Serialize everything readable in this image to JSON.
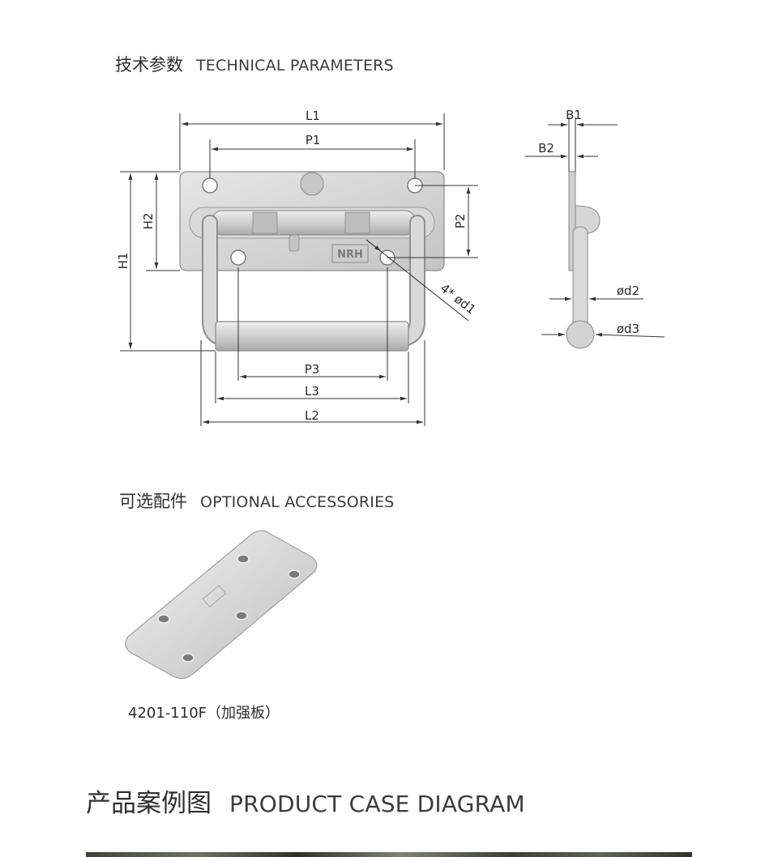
{
  "sections": {
    "technical": {
      "cn": "技术参数",
      "en": "TECHNICAL PARAMETERS"
    },
    "optional": {
      "cn": "可选配件",
      "en": "OPTIONAL ACCESSORIES"
    },
    "case": {
      "cn": "产品案例图",
      "en": "PRODUCT CASE DIAGRAM"
    }
  },
  "dimensions": {
    "L1": "L1",
    "P1": "P1",
    "H1": "H1",
    "H2": "H2",
    "P2": "P2",
    "P3": "P3",
    "L3": "L3",
    "L2": "L2",
    "d1": "4* ød1",
    "B1": "B1",
    "B2": "B2",
    "d2": "ød2",
    "d3": "ød3"
  },
  "logo_text": "NRH",
  "accessory": {
    "caption": "4201-110F（加强板）"
  },
  "colors": {
    "metal": "#d4d4d4",
    "metal_dark": "#9a9a9a",
    "line": "#333333"
  }
}
